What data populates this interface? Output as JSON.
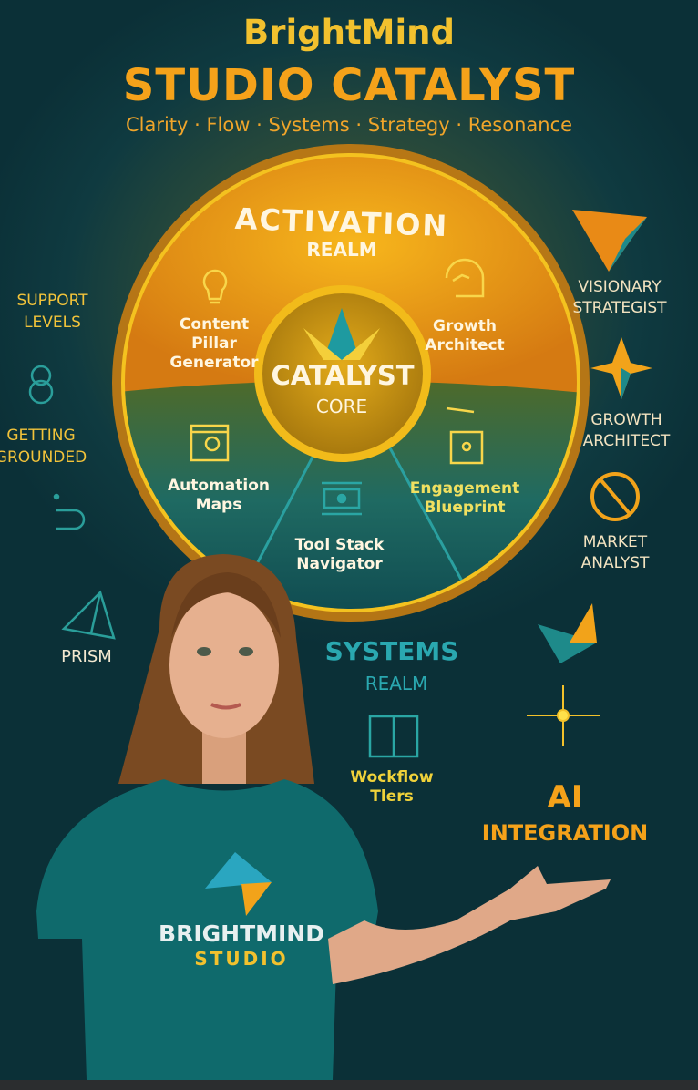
{
  "header": {
    "brand": "BrightMind",
    "title": "STUDIO CATALYST",
    "tagline": "Clarity · Flow · Systems · Strategy · Resonance"
  },
  "wheel": {
    "top_realm": {
      "title": "ACTIVATION",
      "subtitle": "REALM"
    },
    "core": {
      "title": "CATALYST",
      "subtitle": "CORE"
    },
    "segments": [
      {
        "label_line1": "Content",
        "label_line2": "Pillar",
        "label_line3": "Generator",
        "icon": "lightbulb-icon"
      },
      {
        "label_line1": "Growth",
        "label_line2": "Architect",
        "icon": "growth-chart-icon"
      },
      {
        "label_line1": "Automation",
        "label_line2": "Maps",
        "icon": "automation-window-icon"
      },
      {
        "label_line1": "Engagement",
        "label_line2": "Blueprint",
        "icon": "blueprint-icon"
      },
      {
        "label_line1": "Tool Stack",
        "label_line2": "Navigator",
        "icon": "tool-stack-icon"
      }
    ]
  },
  "left_column": [
    {
      "line1": "SUPPORT",
      "line2": "LEVELS"
    },
    {
      "line1": "GETTING",
      "line2": "GROUNDED"
    },
    {
      "line1": "PRISM"
    }
  ],
  "right_column": [
    {
      "line1": "VISIONARY",
      "line2": "STRATEGIST"
    },
    {
      "line1": "GROWTH",
      "line2": "ARCHITECT"
    },
    {
      "line1": "MARKET",
      "line2": "ANALYST"
    }
  ],
  "systems_realm": {
    "title": "SYSTEMS",
    "subtitle": "REALM",
    "item_line1": "Wockflow",
    "item_line2": "Tlers"
  },
  "ai": {
    "title": "AI",
    "subtitle": "INTEGRATION"
  },
  "shirt": {
    "line1": "BRIGHTMIND",
    "line2": "STUDIO"
  },
  "colors": {
    "gold": "#f2c12e",
    "orange": "#f5a21a",
    "teal": "#1f8a8a",
    "background": "#0f3a40"
  }
}
